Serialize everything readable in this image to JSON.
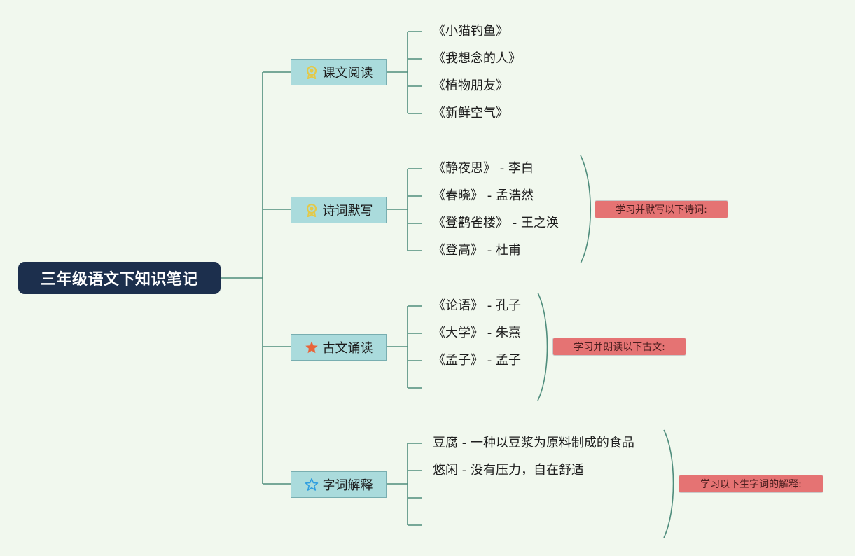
{
  "root": {
    "label": "三年级语文下知识笔记"
  },
  "branches": [
    {
      "label": "课文阅读",
      "icon": "medal-icon",
      "items": [
        "《小猫钓鱼》",
        "《我想念的人》",
        "《植物朋友》",
        "《新鲜空气》"
      ],
      "summary": ""
    },
    {
      "label": "诗词默写",
      "icon": "medal-icon",
      "items": [
        "《静夜思》 - 李白",
        "《春晓》 - 孟浩然",
        "《登鹳雀楼》 - 王之涣",
        "《登高》 - 杜甫"
      ],
      "summary": "学习并默写以下诗词:"
    },
    {
      "label": "古文诵读",
      "icon": "star-filled-icon",
      "items": [
        "《论语》 - 孔子",
        "《大学》 - 朱熹",
        "《孟子》 - 孟子",
        ""
      ],
      "summary": "学习并朗读以下古文:"
    },
    {
      "label": "字词解释",
      "icon": "star-outline-icon",
      "items": [
        "豆腐 - 一种以豆浆为原料制成的食品",
        "悠闲 - 没有压力，自在舒适",
        "",
        ""
      ],
      "summary": "学习以下生字词的解释:"
    }
  ],
  "colors": {
    "background": "#f1f8ee",
    "root_fill": "#1c2f4d",
    "topic_fill": "#aadbdc",
    "summary_fill": "#e57373",
    "connector": "#4f8d7c",
    "medal": "#e3c94a",
    "star_filled": "#e8643a",
    "star_outline": "#2f9ee0"
  }
}
